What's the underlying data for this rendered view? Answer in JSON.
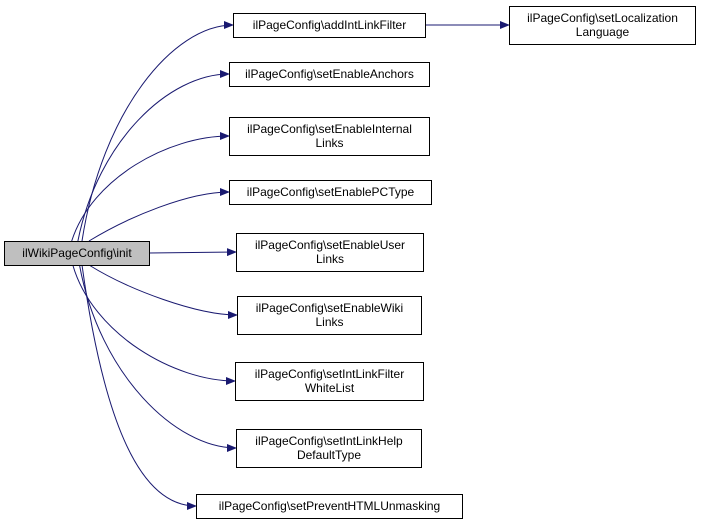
{
  "colors": {
    "edge": "#191970",
    "node_border": "#000000",
    "root_fill": "#bfbfbf",
    "node_fill": "#ffffff"
  },
  "root": {
    "lines": [
      "ilWikiPageConfig\\init"
    ]
  },
  "callees": [
    {
      "id": "addIntLinkFilter",
      "lines": [
        "ilPageConfig\\addIntLinkFilter"
      ]
    },
    {
      "id": "setEnableAnchors",
      "lines": [
        "ilPageConfig\\setEnableAnchors"
      ]
    },
    {
      "id": "setEnableInternalLinks",
      "lines": [
        "ilPageConfig\\setEnableInternal",
        "Links"
      ]
    },
    {
      "id": "setEnablePCType",
      "lines": [
        "ilPageConfig\\setEnablePCType"
      ]
    },
    {
      "id": "setEnableUserLinks",
      "lines": [
        "ilPageConfig\\setEnableUser",
        "Links"
      ]
    },
    {
      "id": "setEnableWikiLinks",
      "lines": [
        "ilPageConfig\\setEnableWiki",
        "Links"
      ]
    },
    {
      "id": "setIntLinkFilterWhiteList",
      "lines": [
        "ilPageConfig\\setIntLinkFilter",
        "WhiteList"
      ]
    },
    {
      "id": "setIntLinkHelpDefaultType",
      "lines": [
        "ilPageConfig\\setIntLinkHelp",
        "DefaultType"
      ]
    },
    {
      "id": "setPreventHTMLUnmasking",
      "lines": [
        "ilPageConfig\\setPreventHTMLUnmasking"
      ]
    }
  ],
  "secondary": [
    {
      "id": "setLocalizationLanguage",
      "caller": "addIntLinkFilter",
      "lines": [
        "ilPageConfig\\setLocalization",
        "Language"
      ]
    }
  ]
}
